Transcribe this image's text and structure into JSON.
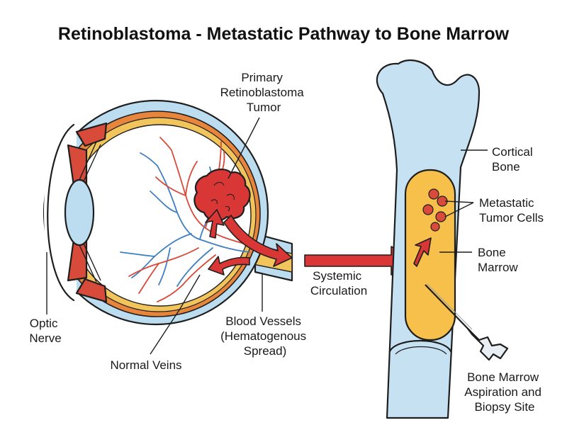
{
  "title": "Retinoblastoma - Metastatic Pathway to Bone Marrow",
  "labels": {
    "primary_tumor": [
      "Primary",
      "Retinoblastoma",
      "Tumor"
    ],
    "optic_nerve": [
      "Optic",
      "Nerve"
    ],
    "normal_veins": [
      "Normal Veins"
    ],
    "blood_vessels": [
      "Blood Vessels",
      "(Hematogenous",
      "Spread)"
    ],
    "systemic_circulation": [
      "Systemic",
      "Circulation"
    ],
    "cortical_bone": [
      "Cortical",
      "Bone"
    ],
    "metastatic_cells": [
      "Metastatic",
      "Tumor Cells"
    ],
    "bone_marrow": [
      "Bone",
      "Marrow"
    ],
    "biopsy_site": [
      "Bone Marrow",
      "Aspiration and",
      "Biopsy Site"
    ]
  },
  "colors": {
    "tumor": "#d93636",
    "artery": "#d84a3a",
    "vein": "#3f7fbf",
    "bone": "#c5e1f2",
    "marrow": "#f7c04a",
    "sclera": "#bcdcf0",
    "choroid": "#e8853c",
    "retina": "#f2c45c"
  }
}
